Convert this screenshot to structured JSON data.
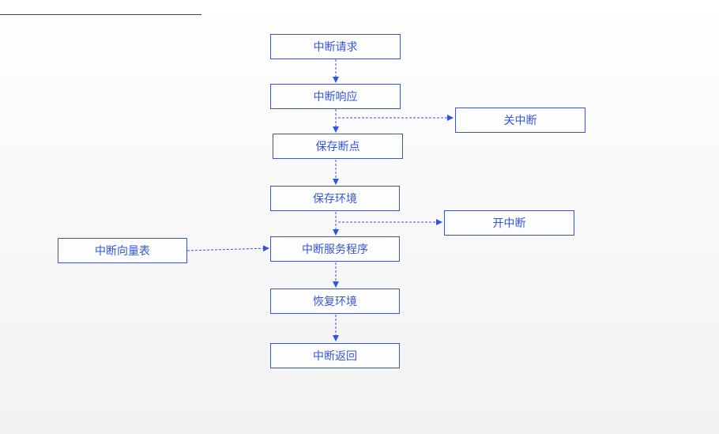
{
  "colors": {
    "accent": "#3355dd"
  },
  "nodes": {
    "request": "中断请求",
    "response": "中断响应",
    "disable": "关中断",
    "save_bp": "保存断点",
    "save_env": "保存环境",
    "enable": "开中断",
    "vector": "中断向量表",
    "isr": "中断服务程序",
    "restore": "恢复环境",
    "return": "中断返回"
  }
}
